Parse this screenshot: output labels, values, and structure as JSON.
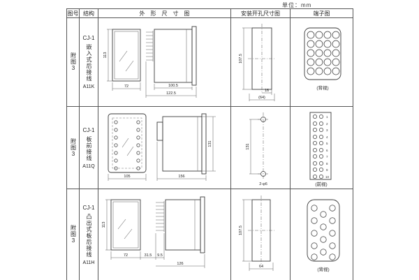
{
  "page": {
    "unit_label": "单位：mm"
  },
  "table": {
    "headers": {
      "figure": "图号",
      "structure": "结构",
      "outline": "外形尺寸图",
      "mounting": "安装开孔尺寸图",
      "terminal": "端子图"
    },
    "rows": [
      {
        "figure": "附图3",
        "model": "CJ-1",
        "mount_type": "嵌入式后接线",
        "code": "A11K",
        "dims": {
          "front_h": "113",
          "front_w": "72",
          "body_d": "100.5",
          "total_d": "122.5"
        },
        "mount": {
          "h": "107.5",
          "w1": "16",
          "w2": "(64)"
        },
        "terminal_view": "(背视)"
      },
      {
        "figure": "附图3",
        "model": "CJ-1",
        "mount_type": "板前接线",
        "code": "A11Q",
        "dims": {
          "front_w": "105",
          "total_d": "156",
          "side_h": "131"
        },
        "mount": {
          "h": "131",
          "holes": "2-φ6"
        },
        "terminal_numbers": [
          "1",
          "2",
          "3",
          "4",
          "5",
          "6",
          "7",
          "8",
          "9",
          "10"
        ],
        "terminal_view": "(前视)"
      },
      {
        "figure": "附图3",
        "model": "CJ-1",
        "mount_type": "凸出式板后接线",
        "code": "A11H",
        "dims": {
          "front_h": "113",
          "front_w": "72",
          "offset": "31.5",
          "comb_d": "9.5",
          "total_d": "126"
        },
        "mount": {
          "h": "107.5",
          "w": "64"
        },
        "terminal_view": "(背视)"
      }
    ]
  }
}
